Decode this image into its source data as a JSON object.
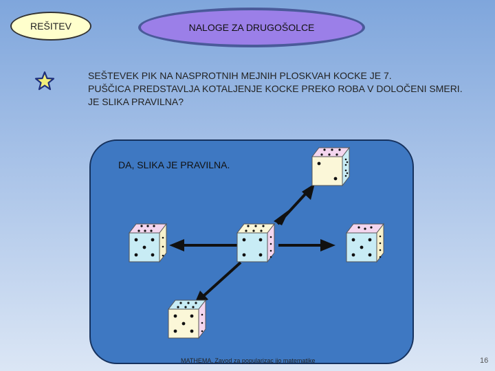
{
  "header": {
    "solution_button": "REŠITEV",
    "tasks_button": "NALOGE ZA DRUGOŠOLCE"
  },
  "task": {
    "line1": "SEŠTEVEK PIK NA NASPROTNIH MEJNIH PLOSKVAH KOCKE JE 7.",
    "line2": "PUŠČICA PREDSTAVLJA KOTALJENJE KOCKE PREKO ROBA V DOLOČENI SMERI.",
    "line3": "JE SLIKA PRAVILNA?"
  },
  "answer": "DA, SLIKA JE PRAVILNA.",
  "footer": {
    "credit": "MATHEMA, Zavod za popularizac ijo matematike",
    "page_number": "16"
  },
  "colors": {
    "panel": "#3e78c2",
    "die_top": "#f4d6ef",
    "die_front": "#c8ecf5",
    "die_side": "#f7f1cc",
    "die_top_alt": "#fbf7d8",
    "star": "#f2ee7a"
  },
  "icons": {
    "star": "star-icon",
    "arrow": "arrow-icon",
    "die": "die-icon"
  }
}
